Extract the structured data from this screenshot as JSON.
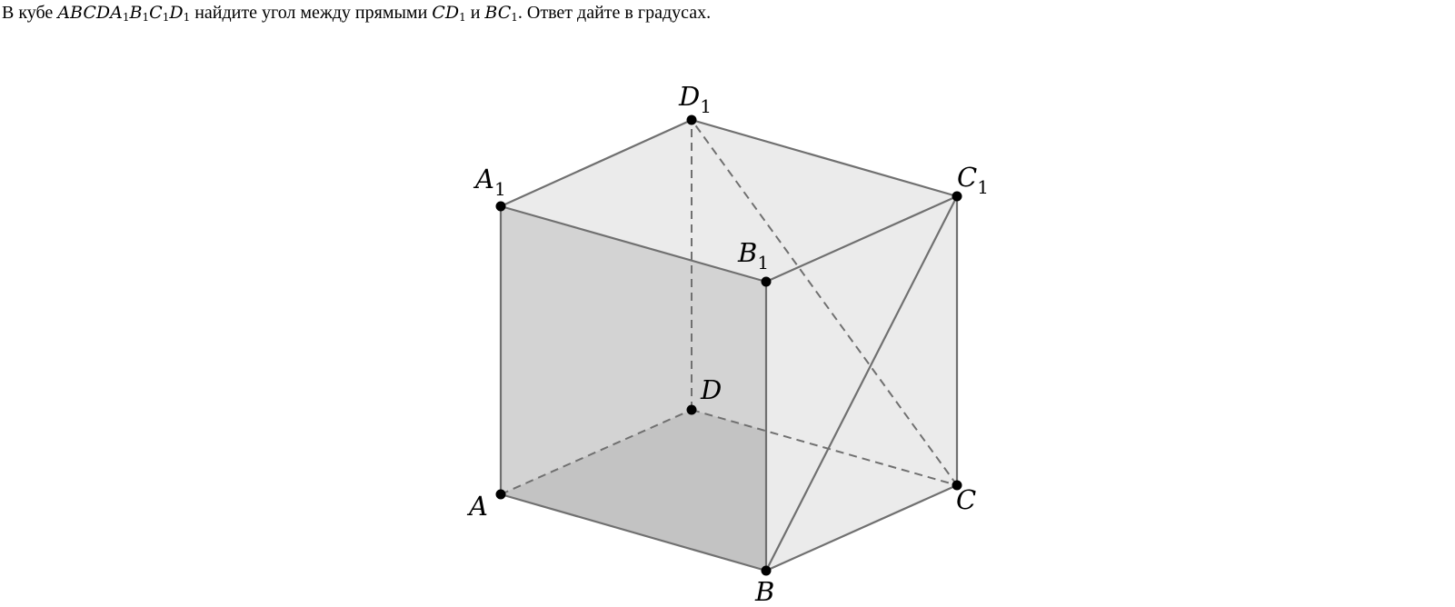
{
  "problem": {
    "prefix": "В кубе",
    "cube_name": {
      "main": "ABCDA",
      "parts": [
        [
          "A",
          ""
        ],
        [
          "B",
          ""
        ],
        [
          "C",
          ""
        ],
        [
          "D",
          ""
        ],
        [
          "A",
          "1"
        ],
        [
          "B",
          "1"
        ],
        [
          "C",
          "1"
        ],
        [
          "D",
          "1"
        ]
      ]
    },
    "middle": "найдите угол между прямыми",
    "line1": {
      "main": "CD",
      "sub": "1"
    },
    "conjunction": "и",
    "line2": {
      "main": "BC",
      "sub": "1"
    },
    "suffix": ". Ответ дайте в градусах."
  },
  "figure": {
    "colors": {
      "edge": "#707070",
      "dashed_edge": "#707070",
      "vertex": "#000000",
      "face_left": "#d3d3d3",
      "face_bottom": "#c3c3c3",
      "face_top": "#ebebeb",
      "face_right": "#ebebeb"
    },
    "labels": {
      "A": {
        "main": "A",
        "sub": ""
      },
      "B": {
        "main": "B",
        "sub": ""
      },
      "C": {
        "main": "C",
        "sub": ""
      },
      "D": {
        "main": "D",
        "sub": ""
      },
      "A1": {
        "main": "A",
        "sub": "1"
      },
      "B1": {
        "main": "B",
        "sub": "1"
      },
      "C1": {
        "main": "C",
        "sub": "1"
      },
      "D1": {
        "main": "D",
        "sub": "1"
      }
    }
  }
}
